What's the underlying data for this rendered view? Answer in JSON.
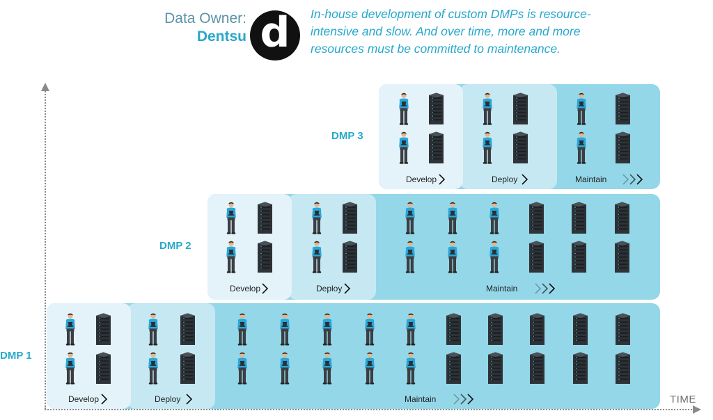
{
  "header": {
    "owner_label": "Data Owner:",
    "owner_name": "Dentsu",
    "logo_letter": "d",
    "quote": "In-house development of custom DMPs is resource-intensive and slow. And over time, more and more resources must be committed to maintenance."
  },
  "axis": {
    "x_label": "TIME"
  },
  "rows": [
    {
      "label": "DMP 3",
      "develop": "Develop",
      "deploy": "Deploy",
      "maintain": "Maintain"
    },
    {
      "label": "DMP 2",
      "develop": "Develop",
      "deploy": "Deploy",
      "maintain": "Maintain"
    },
    {
      "label": "DMP 1",
      "develop": "Develop",
      "deploy": "Deploy",
      "maintain": "Maintain"
    }
  ],
  "colors": {
    "accent": "#29a8cc",
    "maintain_bg": "#94d7e8",
    "deploy_bg": "#c6e8f2",
    "develop_bg": "#e4f3f9",
    "person_shirt": "#2aa6d8",
    "server": "#2e3338"
  },
  "icons": [
    "person-with-tablet-icon",
    "server-rack-icon",
    "chevron-right-icon"
  ]
}
